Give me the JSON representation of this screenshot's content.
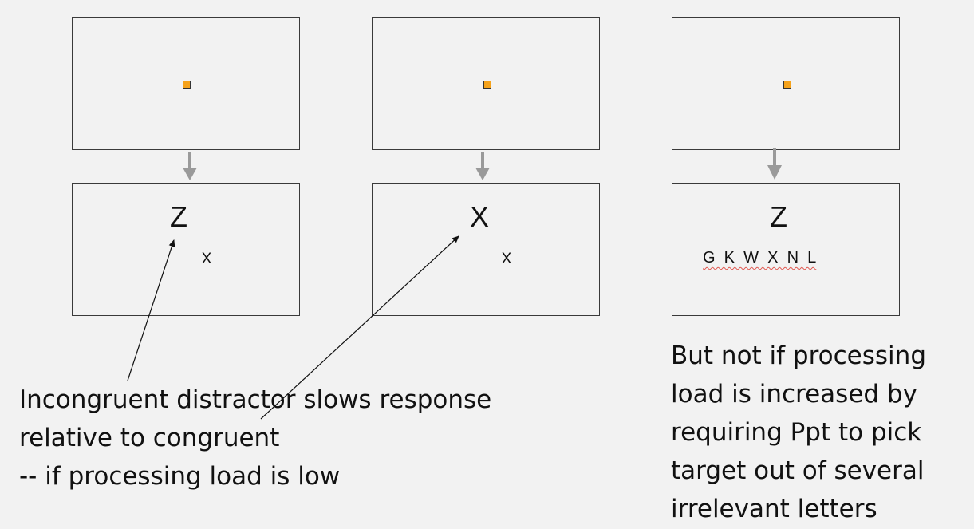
{
  "panels": [
    {
      "target": "Z",
      "distractor": "X"
    },
    {
      "target": "X",
      "distractor": "X"
    },
    {
      "target": "Z",
      "flankers": "G  K  W  X  N  L"
    }
  ],
  "captions": {
    "left": [
      "Incongruent distractor slows response",
      "relative to congruent",
      "-- if processing load is low"
    ],
    "right": [
      "But not if processing",
      "load is increased by",
      "requiring Ppt to pick",
      "target out of several",
      "irrelevant letters"
    ]
  },
  "colors": {
    "background": "#f2f2f2",
    "fixation": "#f5a21b",
    "arrow": "#9a9a9a",
    "pointer_line": "#111111",
    "spellcheck_underline": "#e0574f"
  }
}
